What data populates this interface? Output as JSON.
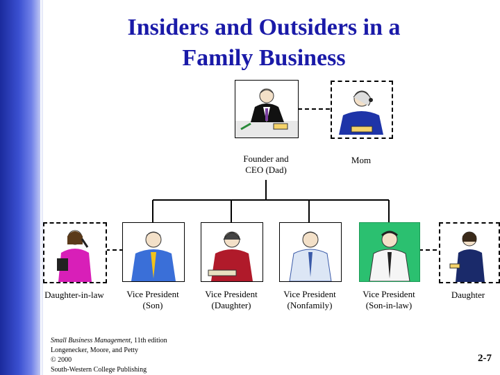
{
  "slide": {
    "title_line1": "Insiders and Outsiders in a",
    "title_line2": "Family Business",
    "page_number": "2-7"
  },
  "people": {
    "dad": {
      "label1": "Founder and",
      "label2": "CEO (Dad)"
    },
    "mom": {
      "label": "Mom"
    },
    "daughter_in_law": {
      "label": "Daughter-in-law"
    },
    "vp_son": {
      "label1": "Vice President",
      "label2": "(Son)"
    },
    "vp_daughter": {
      "label1": "Vice President",
      "label2": "(Daughter)"
    },
    "vp_nonfamily": {
      "label1": "Vice President",
      "label2": "(Nonfamily)"
    },
    "vp_son_in_law": {
      "label1": "Vice President",
      "label2": "(Son-in-law)"
    },
    "daughter": {
      "label": "Daughter"
    }
  },
  "credit": {
    "book": "Small Business Management",
    "edition": ", 11th edition",
    "authors": "Longenecker, Moore, and Petty",
    "copyright": "©  2000",
    "publisher": "South-Western College Publishing"
  },
  "colors": {
    "title": "#1a1aa8",
    "sidebar": "#2a3cc0",
    "insider_highlight": "#2bc070"
  }
}
